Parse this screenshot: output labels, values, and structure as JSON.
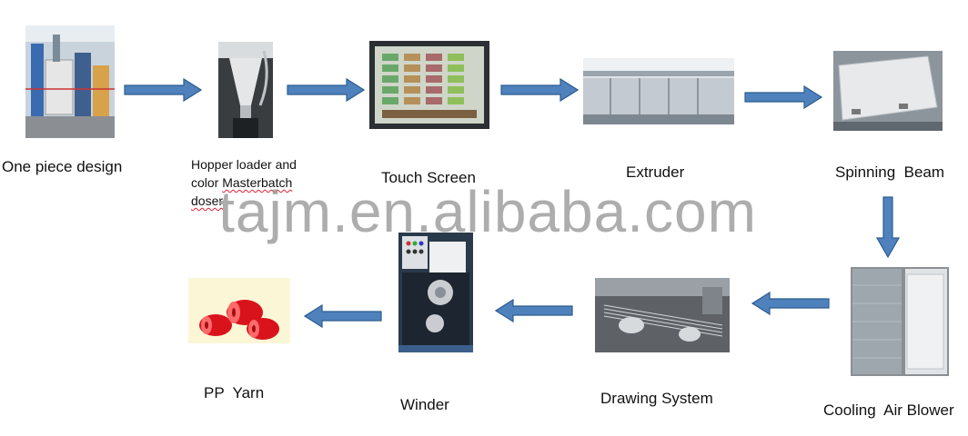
{
  "watermark": "tajm.en.alibaba.com",
  "nodes": {
    "one_piece": {
      "label": "One piece design",
      "icon": "production-line-photo"
    },
    "hopper": {
      "label_line1": "Hopper loader and",
      "label_line2a": "color ",
      "label_line2b": "Masterbatch",
      "label_line3": "doser",
      "icon": "hopper-photo"
    },
    "touch": {
      "label": "Touch Screen",
      "icon": "touch-screen-photo"
    },
    "extruder": {
      "label": "Extruder",
      "icon": "extruder-photo"
    },
    "spinning": {
      "label": "Spinning  Beam",
      "icon": "spinning-beam-photo"
    },
    "cooling": {
      "label": "Cooling  Air Blower",
      "icon": "cooling-blower-photo"
    },
    "drawing": {
      "label": "Drawing System",
      "icon": "drawing-system-photo"
    },
    "winder": {
      "label": "Winder",
      "icon": "winder-photo"
    },
    "yarn": {
      "label": "PP  Yarn",
      "icon": "pp-yarn-photo"
    }
  },
  "colors": {
    "arrow_fill": "#4f81bd",
    "arrow_stroke": "#2c5d8f"
  }
}
